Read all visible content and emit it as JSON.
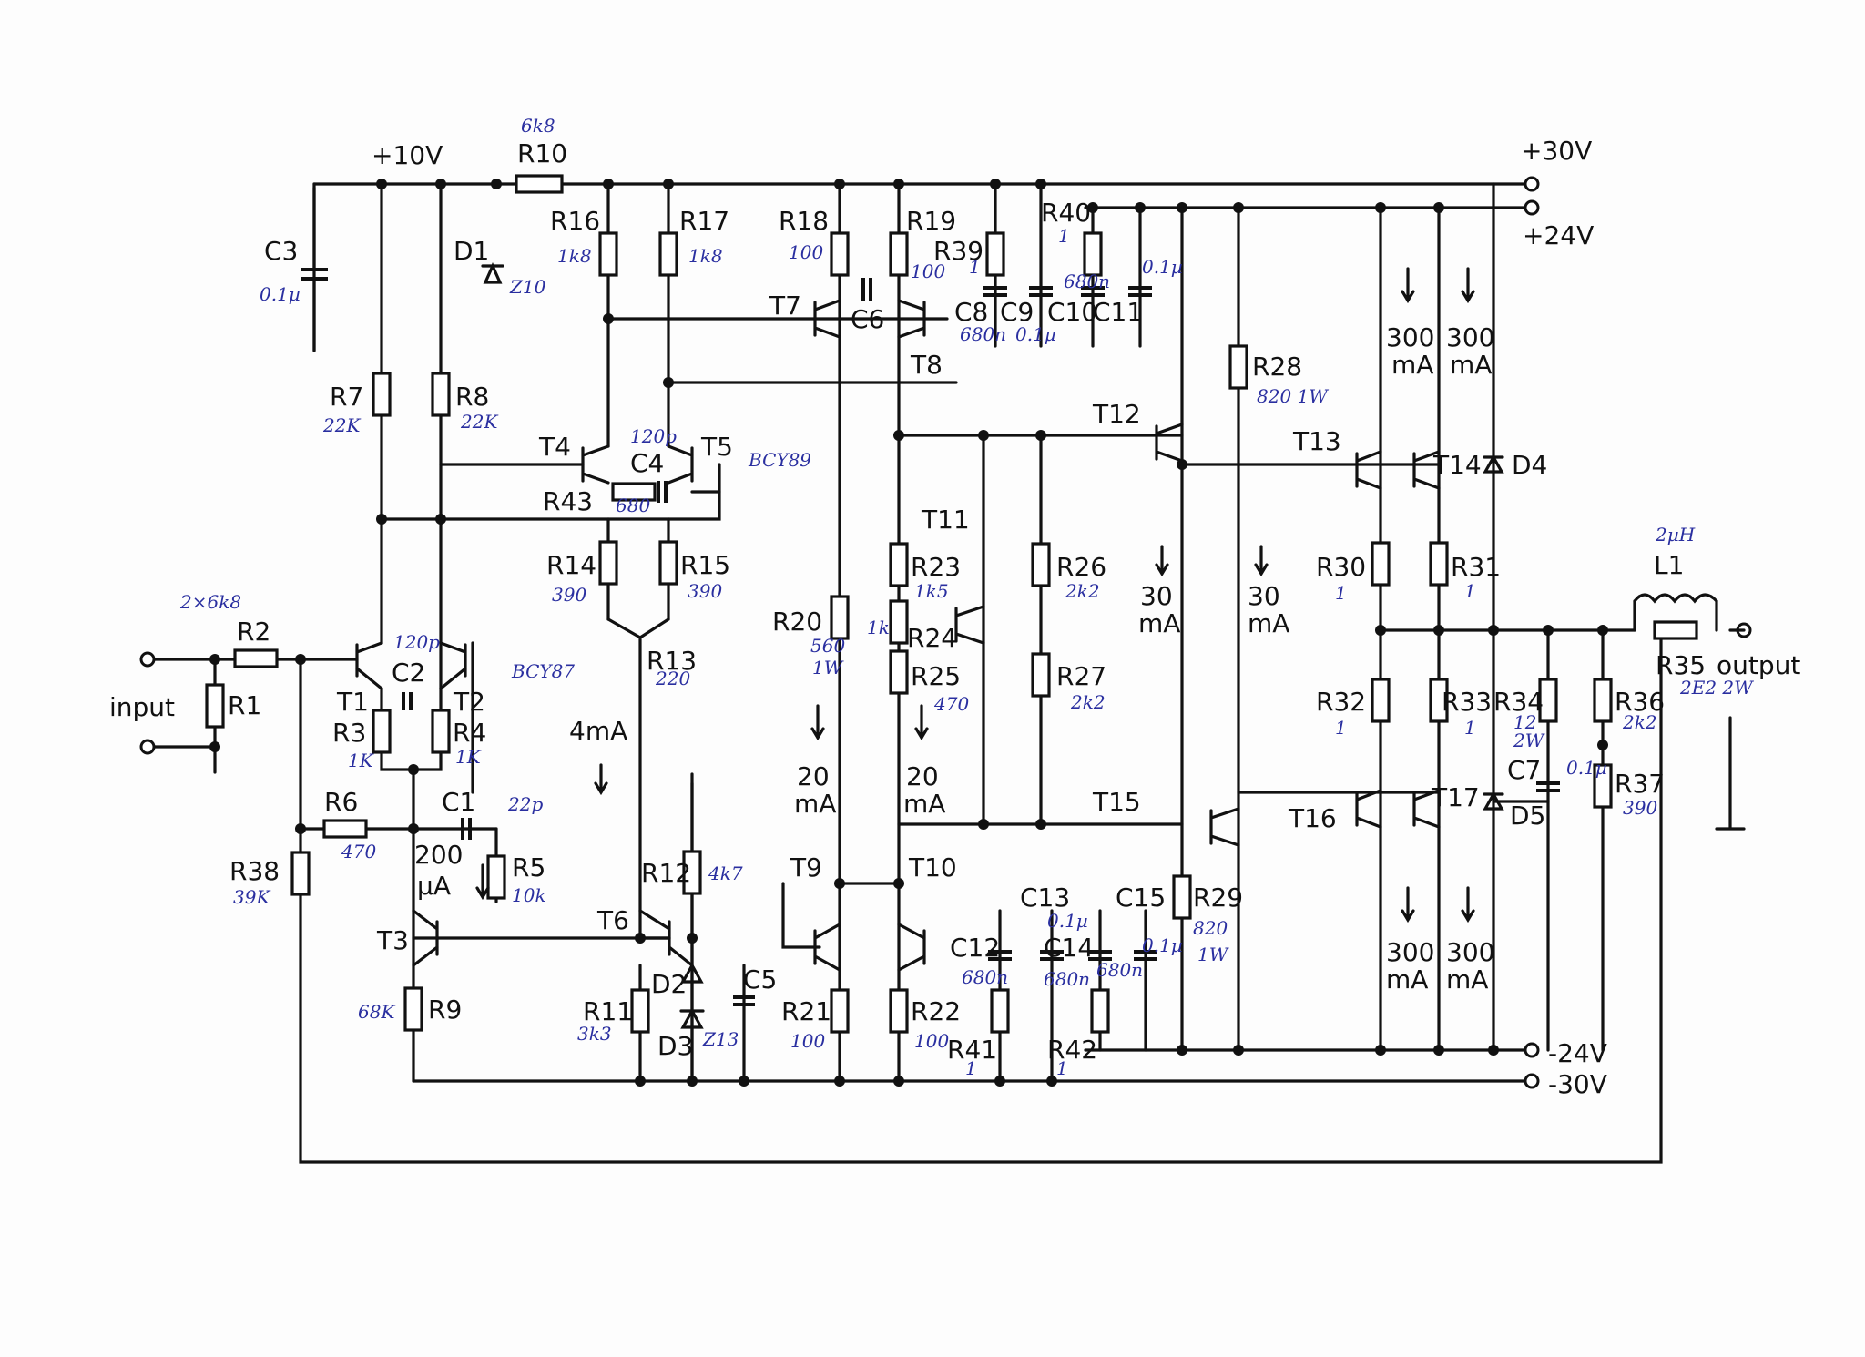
{
  "rails": {
    "p10": "+10V",
    "p30": "+30V",
    "p24": "+24V",
    "m24": "-24V",
    "m30": "-30V"
  },
  "io": {
    "input": "input",
    "output": "output"
  },
  "labels": {
    "R1": "R1",
    "R2": "R2",
    "R3": "R3",
    "R4": "R4",
    "R5": "R5",
    "R6": "R6",
    "R7": "R7",
    "R8": "R8",
    "R9": "R9",
    "R10": "R10",
    "R11": "R11",
    "R12": "R12",
    "R13": "R13",
    "R14": "R14",
    "R15": "R15",
    "R16": "R16",
    "R17": "R17",
    "R18": "R18",
    "R19": "R19",
    "R20": "R20",
    "R21": "R21",
    "R22": "R22",
    "R23": "R23",
    "R24": "R24",
    "R25": "R25",
    "R26": "R26",
    "R27": "R27",
    "R28": "R28",
    "R29": "R29",
    "R30": "R30",
    "R31": "R31",
    "R32": "R32",
    "R33": "R33",
    "R34": "R34",
    "R35": "R35",
    "R36": "R36",
    "R37": "R37",
    "R38": "R38",
    "R39": "R39",
    "R40": "R40",
    "R41": "R41",
    "R42": "R42",
    "R43": "R43",
    "C1": "C1",
    "C2": "C2",
    "C3": "C3",
    "C4": "C4",
    "C5": "C5",
    "C6": "C6",
    "C7": "C7",
    "C8": "C8",
    "C9": "C9",
    "C10": "C10",
    "C11": "C11",
    "C12": "C12",
    "C13": "C13",
    "C14": "C14",
    "C15": "C15",
    "D1": "D1",
    "D2": "D2",
    "D3": "D3",
    "D4": "D4",
    "D5": "D5",
    "L1": "L1",
    "T1": "T1",
    "T2": "T2",
    "T3": "T3",
    "T4": "T4",
    "T5": "T5",
    "T6": "T6",
    "T7": "T7",
    "T8": "T8",
    "T9": "T9",
    "T10": "T10",
    "T11": "T11",
    "T12": "T12",
    "T13": "T13",
    "T14": "T14",
    "T15": "T15",
    "T16": "T16",
    "T17": "T17"
  },
  "currents": {
    "i200": "200",
    "iuA": "µA",
    "i4": "4mA",
    "i20": "20",
    "imA": "mA",
    "i30": "30",
    "i300": "300"
  },
  "handwritten": {
    "R10": "6k8",
    "D1": "Z10",
    "C3": "0.1µ",
    "R16": "1k8",
    "R17": "1k8",
    "R18": "100",
    "R19": "100",
    "R39": "1",
    "C8": "680n",
    "C9": "0.1µ",
    "R40": "1",
    "C10": "680n",
    "C11": "0.1µ",
    "R7": "22K",
    "R8": "22K",
    "C4": "120p",
    "R43": "680",
    "T5": "BCY89",
    "R14": "390",
    "R15": "390",
    "R13": "220",
    "R2": "2×6k8",
    "C2": "120p",
    "T2": "BCY87",
    "R3": "1K",
    "R4": "1K",
    "R6": "470",
    "C1": "22p",
    "R5": "10k",
    "R38": "39K",
    "R9": "68K",
    "R11": "3k3",
    "R12": "4k7",
    "D3": "Z13",
    "R20a": "560",
    "R20b": "1W",
    "R21": "100",
    "R22": "100",
    "R23": "1k5",
    "R24": "1k",
    "R25": "470",
    "R26": "2k2",
    "R27": "2k2",
    "R28": "820 1W",
    "R29a": "820",
    "R29b": "1W",
    "R30": "1",
    "R31": "1",
    "R32": "1",
    "R33": "1",
    "R34a": "12",
    "R34b": "2W",
    "C7": "0.1µ",
    "R36": "2k2",
    "R37": "390",
    "L1": "2µH",
    "R35": "2E2 2W",
    "C12": "680n",
    "C13": "0.1µ",
    "C14": "680n",
    "C14b": "680n",
    "C15": "0.1µ",
    "R41": "1",
    "R42": "1"
  }
}
